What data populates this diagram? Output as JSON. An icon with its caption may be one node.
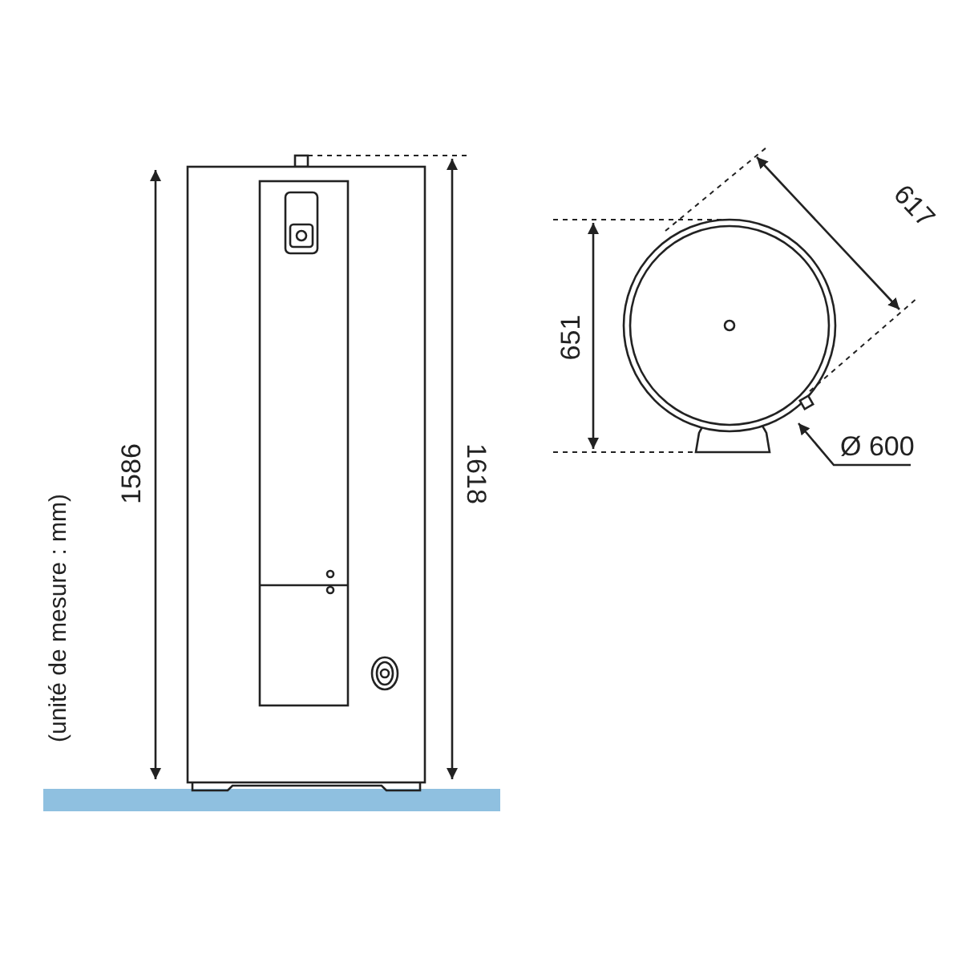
{
  "diagram": {
    "labels": [
      "617",
      "651",
      "Ø 600",
      "1586",
      "1618",
      "(unité de mesure : mm)"
    ]
  }
}
